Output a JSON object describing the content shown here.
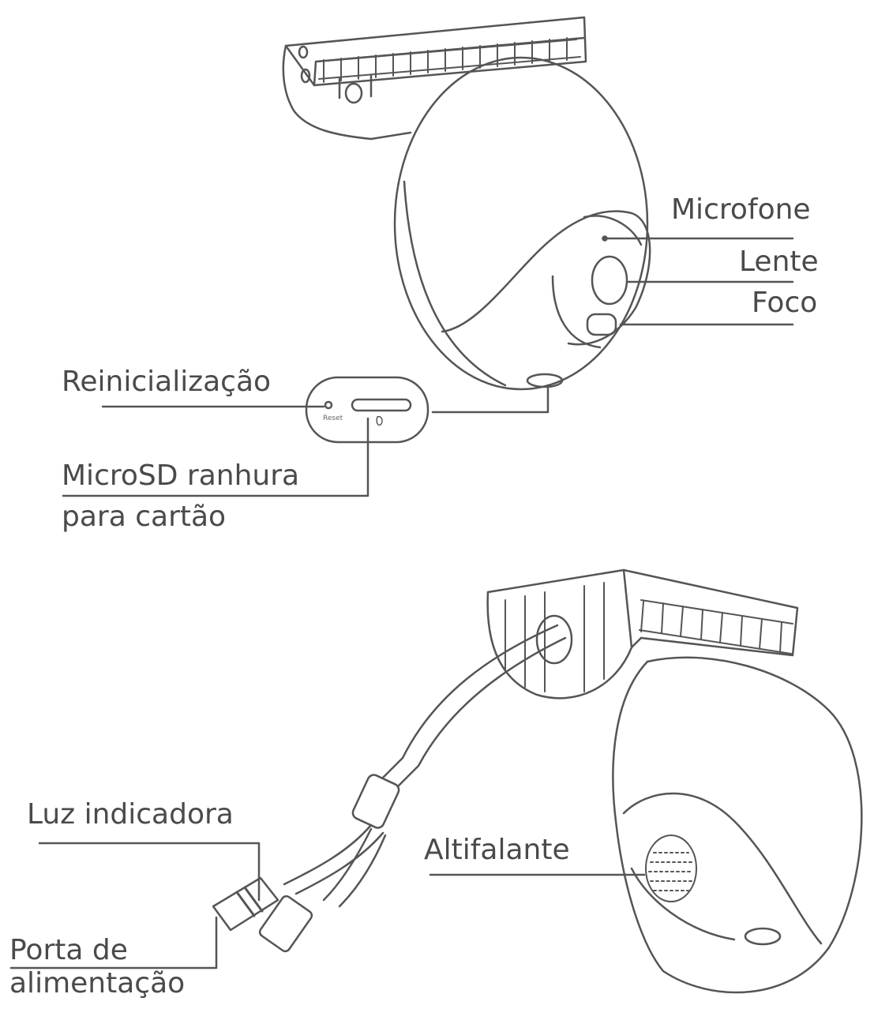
{
  "labels": {
    "microfone": "Microfone",
    "lente": "Lente",
    "foco": "Foco",
    "reinicializacao": "Reinicialização",
    "microsd_line1": "MicroSD ranhura",
    "microsd_line2": "para cartão",
    "luz_indicadora": "Luz indicadora",
    "altifalante": "Altifalante",
    "porta_line1": "Porta de",
    "porta_line2": "alimentação",
    "reset_small": "Reset"
  },
  "colors": {
    "line": "#555555",
    "text": "#4a4a4a",
    "background": "#ffffff"
  }
}
